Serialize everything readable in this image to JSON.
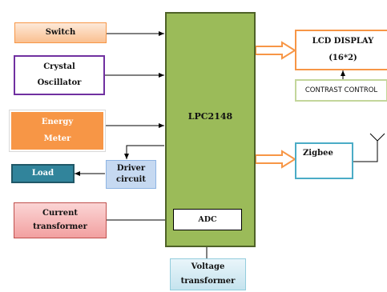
{
  "blocks": {
    "switch": "Switch",
    "crystal_line1": "Crystal",
    "crystal_line2": "Oscillator",
    "energy_line1": "Energy",
    "energy_line2": "Meter",
    "load": "Load",
    "driver_line1": "Driver",
    "driver_line2": "circuit",
    "ct_line1": "Current",
    "ct_line2": "transformer",
    "mcu": "LPC2148",
    "adc": "ADC",
    "vt_line1": "Voltage",
    "vt_line2": "transformer",
    "lcd_line1": "LCD DISPLAY",
    "lcd_line2": "(16*2)",
    "contrast": "CONTRAST CONTROL",
    "zigbee": "Zigbee"
  },
  "colors": {
    "mcu_fill": "#9bbb59",
    "mcu_border": "#4f6228",
    "orange_border": "#f79646",
    "purple_border": "#7030a0",
    "energy_fill": "#f79646",
    "load_fill": "#31849b",
    "driver_fill": "#c6d9f1",
    "ct_fill": "#f2b5b5",
    "vt_fill": "#dbeef4",
    "green_border": "#9bbb59",
    "teal_border": "#4bacc6"
  }
}
